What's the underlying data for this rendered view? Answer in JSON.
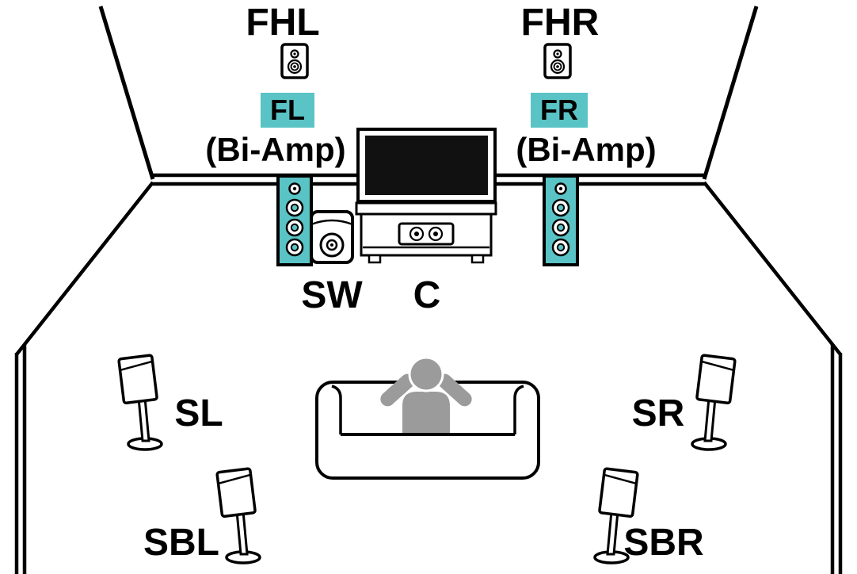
{
  "diagram": {
    "type": "speaker-placement-layout",
    "labels": {
      "front_height_left": "FHL",
      "front_height_right": "FHR",
      "front_left": "FL",
      "front_right": "FR",
      "bi_amp_left": "(Bi-Amp)",
      "bi_amp_right": "(Bi-Amp)",
      "subwoofer": "SW",
      "center": "C",
      "surround_left": "SL",
      "surround_right": "SR",
      "surround_back_left": "SBL",
      "surround_back_right": "SBR"
    },
    "colors": {
      "highlight": "#59C3C5",
      "person": "#9B9B9B",
      "screen": "#111111",
      "line": "#000000"
    }
  }
}
